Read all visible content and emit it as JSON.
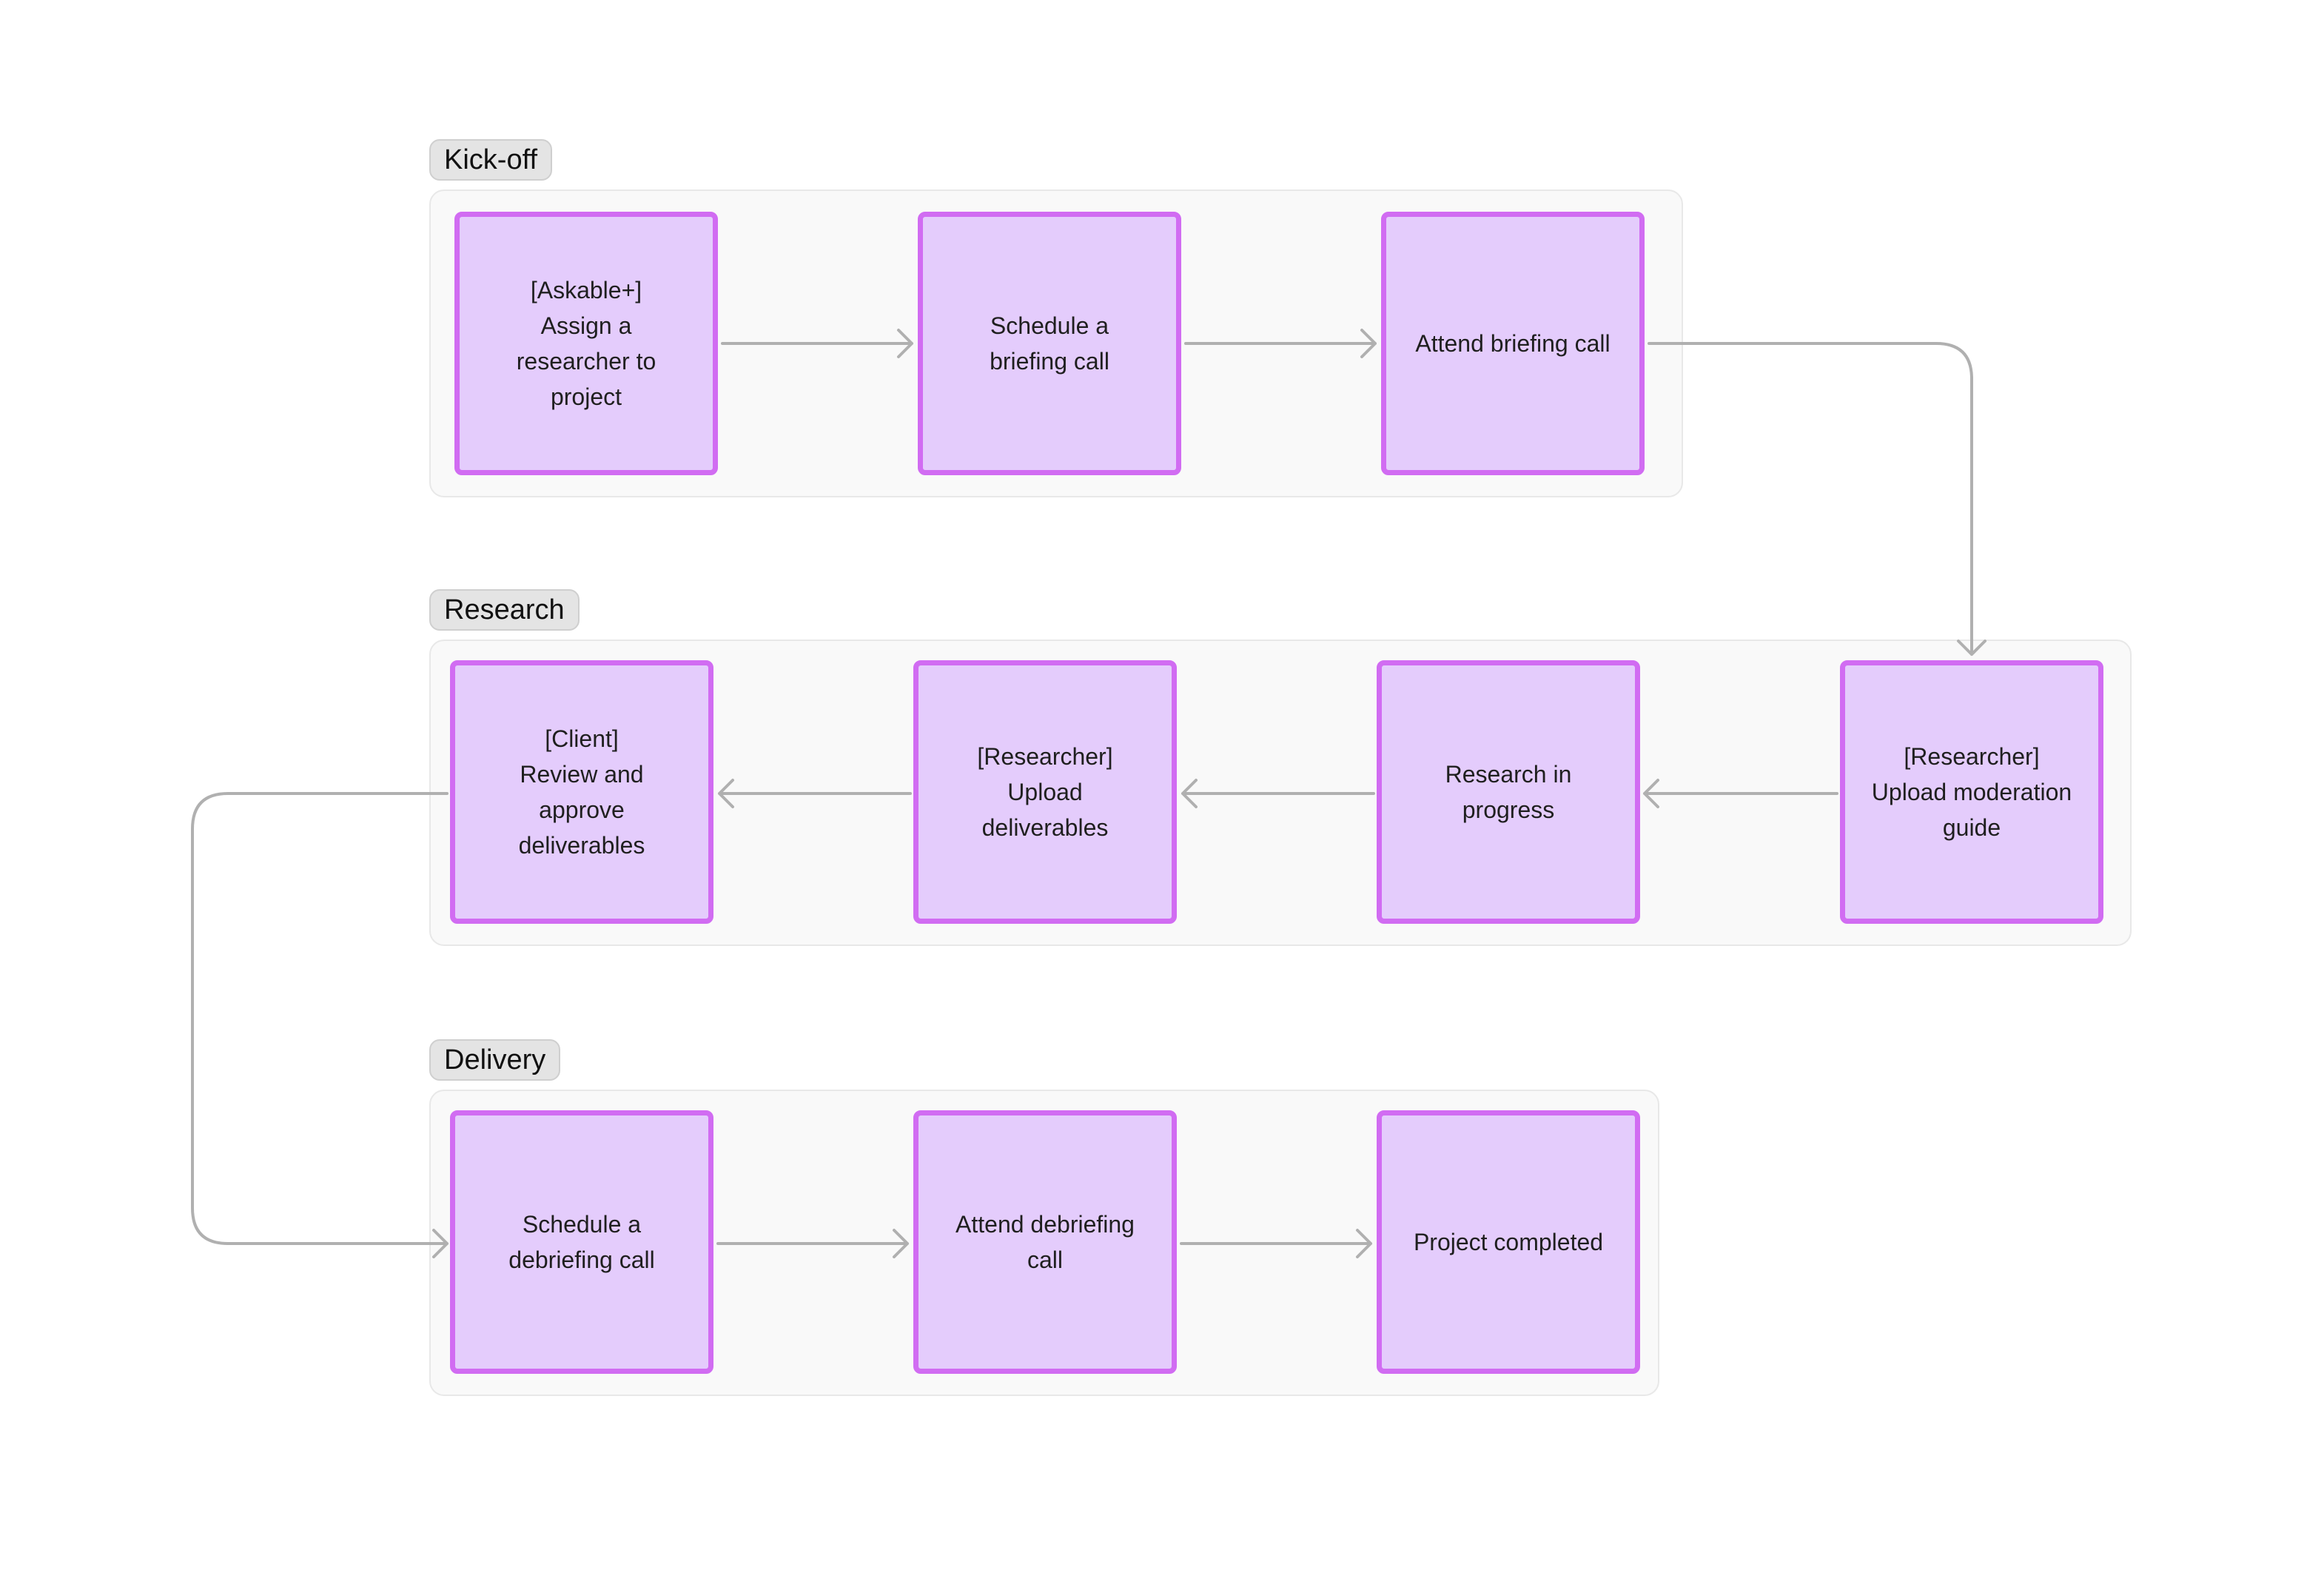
{
  "sections": {
    "kickoff": {
      "label": "Kick-off",
      "steps": [
        {
          "label": "[Askable+]\nAssign a\nresearcher to\nproject"
        },
        {
          "label": "Schedule a\nbriefing call"
        },
        {
          "label": "Attend briefing call"
        }
      ]
    },
    "research": {
      "label": "Research",
      "steps": [
        {
          "label": "[Client]\nReview and\napprove\ndeliverables"
        },
        {
          "label": "[Researcher]\nUpload\ndeliverables"
        },
        {
          "label": "Research in\nprogress"
        },
        {
          "label": "[Researcher]\nUpload moderation\nguide"
        }
      ]
    },
    "delivery": {
      "label": "Delivery",
      "steps": [
        {
          "label": "Schedule a\ndebriefing call"
        },
        {
          "label": "Attend debriefing\ncall"
        },
        {
          "label": "Project completed"
        }
      ]
    }
  },
  "colors": {
    "node_fill": "#e4ccfc",
    "node_border": "#d16cf2",
    "connector": "#b0b0b0",
    "section_fill": "#f9f9f9",
    "section_label_fill": "#e4e4e4"
  }
}
